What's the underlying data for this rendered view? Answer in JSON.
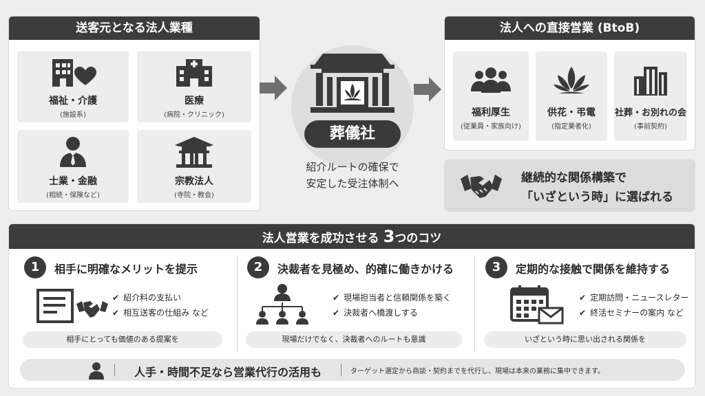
{
  "left_panel": {
    "title": "送客元となる法人業種",
    "cards": [
      {
        "title": "福祉・介護",
        "sub": "(施設系)",
        "icon": "building-heart-icon"
      },
      {
        "title": "医療",
        "sub": "(病院・クリニック)",
        "icon": "hospital-icon"
      },
      {
        "title": "士業・金融",
        "sub": "(相続・保険など)",
        "icon": "businessperson-icon"
      },
      {
        "title": "宗教法人",
        "sub": "(寺院・教会)",
        "icon": "temple-icon"
      }
    ]
  },
  "center": {
    "badge": "葬儀社",
    "caption_line1": "紹介ルートの確保で",
    "caption_line2": "安定した受注体制へ",
    "icon": "funeral-hall-icon"
  },
  "right_panel": {
    "title": "法人への直接営業 (BtoB)",
    "cards": [
      {
        "title": "福利厚生",
        "sub": "(従業員・家族向け)",
        "icon": "people-group-icon"
      },
      {
        "title": "供花・弔電",
        "sub": "(指定業者化)",
        "icon": "lotus-icon"
      },
      {
        "title": "社葬・お別れの会",
        "sub": "(事前契約)",
        "icon": "office-building-icon"
      }
    ],
    "relation_line1": "継続的な関係構築で",
    "relation_line2": "「いざという時」に選ばれる",
    "relation_icon": "handshake-icon"
  },
  "tips": {
    "title_prefix": "法人営業を成功させる ",
    "title_num": "3",
    "title_suffix": "つのコツ",
    "items": [
      {
        "num": "1",
        "title": "相手に明確なメリットを提示",
        "points": [
          "紹介料の支払い",
          "相互送客の仕組み など"
        ],
        "summary": "相手にとっても価値のある提案を",
        "icon": "document-handshake-icon"
      },
      {
        "num": "2",
        "title": "決裁者を見極め、的確に働きかける",
        "points": [
          "現場担当者と信頼関係を築く",
          "決裁者へ橋渡しする"
        ],
        "summary": "現場だけでなく、決裁者へのルートも意識",
        "icon": "org-chart-icon"
      },
      {
        "num": "3",
        "title": "定期的な接触で関係を維持する",
        "points": [
          "定期訪問・ニュースレター",
          "終活セミナーの案内 など"
        ],
        "summary": "いざという時に思い出される関係を",
        "icon": "calendar-mail-icon"
      }
    ],
    "check_mark": "✔"
  },
  "footer": {
    "title": "人手・時間不足なら営業代行の活用も",
    "desc": "ターゲット選定から商談・契約までを代行し、現場は本来の業務に集中できます。",
    "icon": "person-icon"
  },
  "colors": {
    "dark": "#3c3c3c",
    "card": "#ededed",
    "bg": "#eeeeee"
  }
}
